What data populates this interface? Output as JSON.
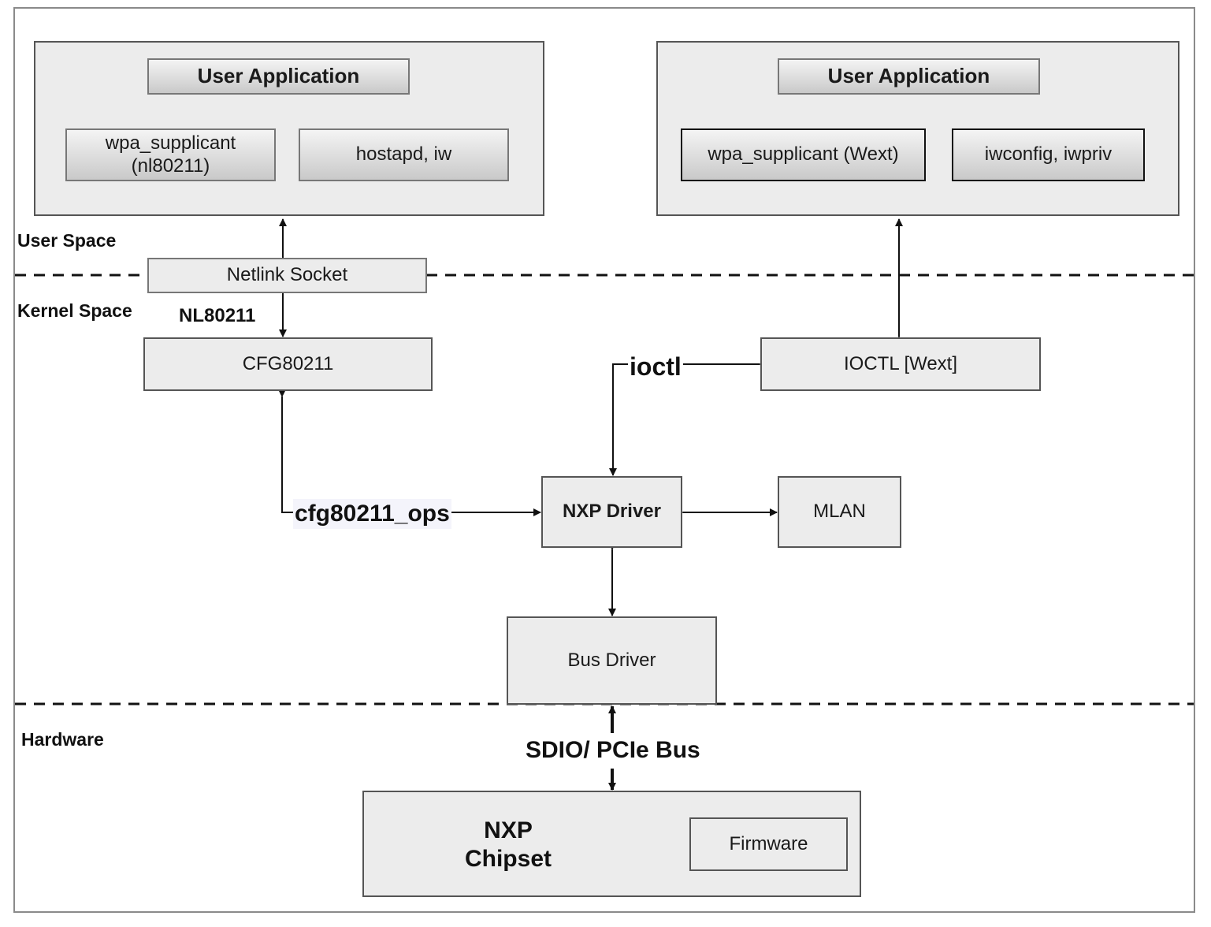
{
  "layers": {
    "user_space": "User Space",
    "kernel_space": "Kernel Space",
    "hardware": "Hardware"
  },
  "left_user_app": {
    "title": "User Application",
    "items": [
      "wpa_supplicant\n(nl80211)",
      "hostapd, iw"
    ]
  },
  "right_user_app": {
    "title": "User Application",
    "items": [
      "wpa_supplicant (Wext)",
      "iwconfig, iwpriv"
    ]
  },
  "nodes": {
    "netlink_socket": "Netlink Socket",
    "cfg80211": "CFG80211",
    "ioctl_wext": "IOCTL [Wext]",
    "nxp_driver": "NXP Driver",
    "mlan": "MLAN",
    "bus_driver": "Bus Driver",
    "nxp_chipset": "NXP\nChipset",
    "firmware": "Firmware"
  },
  "edge_labels": {
    "nl80211": "NL80211",
    "ioctl": "ioctl",
    "cfg80211_ops": "cfg80211_ops",
    "bus": "SDIO/ PCIe Bus"
  }
}
